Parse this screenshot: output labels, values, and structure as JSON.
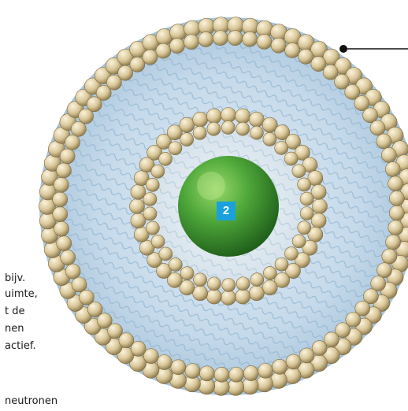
{
  "side_text": {
    "lines": [
      "bijv.",
      "uimte,",
      "t de",
      "nen",
      "actief.",
      "neutronen"
    ]
  },
  "core_marker": "2",
  "colors": {
    "bead": "#d9c79a",
    "bead_dark": "#8a7648",
    "membrane": "#b9d3e6",
    "membrane_dark": "#7ea6c4",
    "core": "#4fa83a",
    "core_dark": "#1f5e1a",
    "marker_bg": "#1aa0dc"
  }
}
